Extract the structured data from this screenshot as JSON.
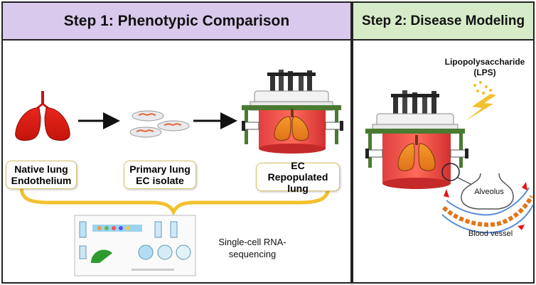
{
  "step1": {
    "title": "Step 1: Phenotypic Comparison",
    "header_color": "#d9c9ec",
    "labels": {
      "native": [
        "Native lung",
        "Endothelium"
      ],
      "primary": [
        "Primary lung",
        "EC isolate"
      ],
      "repopulated": [
        "EC Repopulated",
        "lung"
      ]
    },
    "sequencing": [
      "Single-cell RNA-",
      "sequencing"
    ]
  },
  "step2": {
    "title": "Step 2: Disease Modeling",
    "header_color": "#d6ecc9",
    "lps": [
      "Lipopolysaccharide",
      "(LPS)"
    ],
    "alveolus": "Alveolus",
    "blood_vessel": "Blood vessel"
  },
  "icons": {
    "lung": "lung-icon",
    "dish": "petri-dish-icon",
    "bioreactor": "bioreactor-icon",
    "lightning": "lightning-icon",
    "bracket": "curly-bracket"
  }
}
